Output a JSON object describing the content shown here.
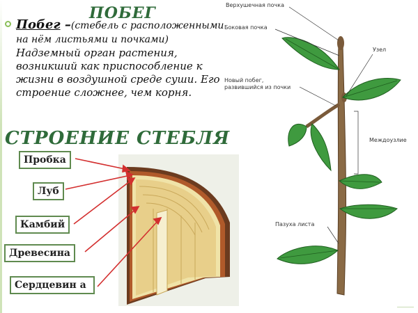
{
  "slide": {
    "title": "ПОБЕГ",
    "definition": {
      "term": "Побег",
      "dash": " –",
      "parenthetical": "(стебель с расположенными на нём листьями и почками)",
      "text": " Надземный орган растения, возникший как приспособление к жизни в воздушной среде суши. Его строение сложнее, чем корня."
    },
    "subtitle": "СТРОЕНИЕ СТЕБЛЯ",
    "stem_section_labels": [
      "Пробка",
      "Луб",
      "Камбий",
      "Древесина",
      "Сердцевин а"
    ],
    "shoot_labels": {
      "apical_bud": "Верхушечная почка",
      "lateral_bud": "Боковая почка",
      "node": "Узел",
      "new_shoot_line1": "Новый побег,",
      "new_shoot_line2": "развившийся из почки",
      "internode": "Междоузлие",
      "leaf_axil": "Пазуха листа"
    },
    "colors": {
      "accent": "#2f6b3a",
      "label_border": "#5f8a4f",
      "arrow": "#d32f2f",
      "leaf": "#3f9a3f",
      "stem": "#7a5a3a",
      "cork": "#6b3b1f",
      "wood": "#e8cf8a"
    }
  }
}
